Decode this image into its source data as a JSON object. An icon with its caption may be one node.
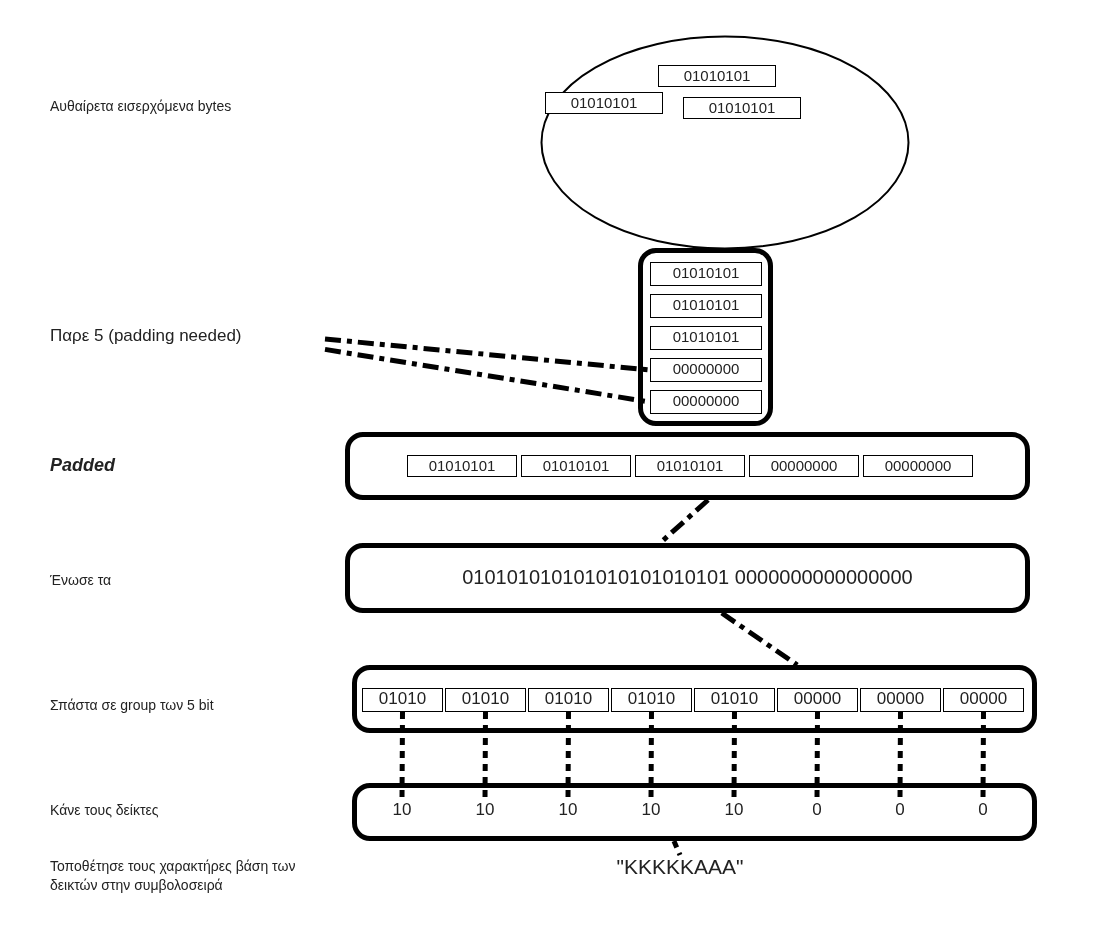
{
  "diagram": {
    "nodes": [
      {
        "text": [],
        "shape": "ellipse"
      },
      {
        "text": [
          "01010101"
        ],
        "in": 0
      },
      {
        "text": [
          "01010101"
        ],
        "in": 0
      },
      {
        "text": [
          "01010101"
        ],
        "in": 0
      },
      {
        "text": [],
        "shape": "box"
      },
      {
        "text": [
          "01010101"
        ],
        "in": 4
      },
      {
        "text": [
          "01010101"
        ],
        "in": 4
      },
      {
        "text": [
          "01010101"
        ],
        "in": 4
      },
      {
        "text": [
          "00000000"
        ],
        "in": 4
      },
      {
        "text": [
          "00000000"
        ],
        "in": 4
      },
      {
        "text": [],
        "shape": "box"
      },
      {
        "text": [
          "01010101"
        ],
        "in": 10
      },
      {
        "text": [
          "01010101"
        ],
        "in": 10
      },
      {
        "text": [
          "01010101"
        ],
        "in": 10
      },
      {
        "text": [
          "00000000"
        ],
        "in": 10
      },
      {
        "text": [
          "00000000"
        ],
        "in": 10
      },
      {
        "text": [
          "010101010101010101010101 0000000000000000"
        ]
      },
      {
        "text": [],
        "shape": "box"
      },
      {
        "text": [
          "01010"
        ],
        "in": 17
      },
      {
        "text": [
          "01010"
        ],
        "in": 17
      },
      {
        "text": [
          "01010"
        ],
        "in": 17
      },
      {
        "text": [
          "01010"
        ],
        "in": 17
      },
      {
        "text": [
          "01010"
        ],
        "in": 17
      },
      {
        "text": [
          "00000"
        ],
        "in": 17
      },
      {
        "text": [
          "00000"
        ],
        "in": 17
      },
      {
        "text": [
          "00000"
        ],
        "in": 17
      },
      {
        "text": [],
        "shape": "box"
      },
      {
        "text": [
          "10"
        ],
        "in": 26
      },
      {
        "text": [
          "10"
        ],
        "in": 26
      },
      {
        "text": [
          "10"
        ],
        "in": 26
      },
      {
        "text": [
          "10"
        ],
        "in": 26
      },
      {
        "text": [
          "10"
        ],
        "in": 26
      },
      {
        "text": [
          "0"
        ],
        "in": 26
      },
      {
        "text": [
          "0"
        ],
        "in": 26
      },
      {
        "text": [
          "0"
        ],
        "in": 26
      },
      {
        "text": [
          "\"KKKKKAAA\""
        ]
      },
      {
        "text": [
          "Παρε 5 (padding needed)"
        ]
      }
    ],
    "edges": [
      {
        "from": 36,
        "to": 8,
        "arrow": "none",
        "style": "dashed"
      },
      {
        "from": 36,
        "to": 9,
        "arrow": "none",
        "style": "dashed"
      },
      {
        "from": 10,
        "to": 16,
        "arrow": "none",
        "style": "dashed"
      },
      {
        "from": 16,
        "to": 17,
        "arrow": "none",
        "style": "dashed"
      },
      {
        "from": 18,
        "to": 27,
        "arrow": "none",
        "style": "dashed"
      },
      {
        "from": 19,
        "to": 28,
        "arrow": "none",
        "style": "dashed"
      },
      {
        "from": 20,
        "to": 29,
        "arrow": "none",
        "style": "dashed"
      },
      {
        "from": 21,
        "to": 30,
        "arrow": "none",
        "style": "dashed"
      },
      {
        "from": 22,
        "to": 31,
        "arrow": "none",
        "style": "dashed"
      },
      {
        "from": 23,
        "to": 32,
        "arrow": "none",
        "style": "dashed"
      },
      {
        "from": 24,
        "to": 33,
        "arrow": "none",
        "style": "dashed"
      },
      {
        "from": 25,
        "to": 34,
        "arrow": "none",
        "style": "dashed"
      },
      {
        "from": 26,
        "to": 35,
        "arrow": "none",
        "style": "dashed"
      }
    ],
    "labels": [
      "Αυθαίρετα εισερχόμενα bytes",
      "Padded",
      "Ένωσε τα",
      "Σπάστα σε group των 5 bit",
      "Κάνε τους δείκτες",
      "Τοποθέτησε τους χαρακτήρες βάση των δεικτών στην συμβολοσειρά"
    ]
  }
}
